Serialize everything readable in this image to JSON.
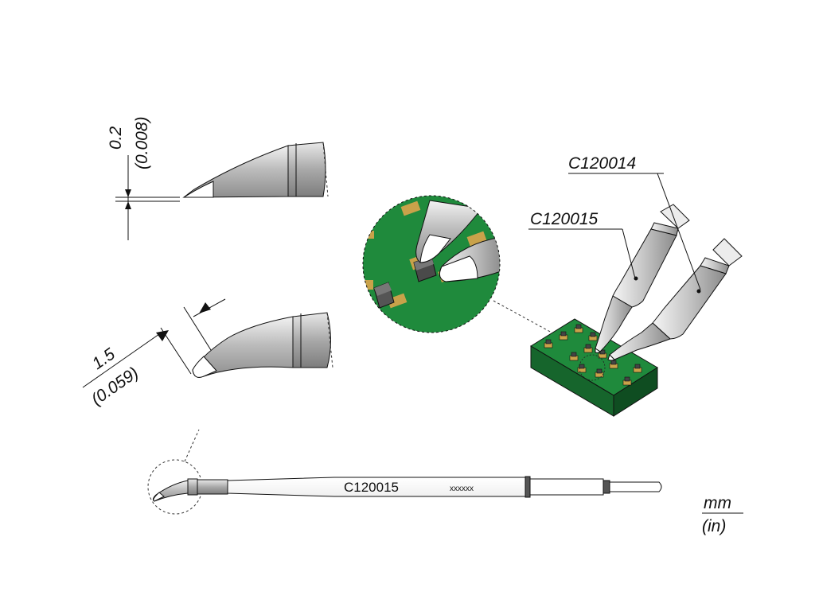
{
  "dimensions": {
    "tip_width": {
      "mm": "0.2",
      "in": "(0.008)"
    },
    "bent_length": {
      "mm": "1.5",
      "in": "(0.059)"
    }
  },
  "parts": {
    "top_callout": "C120014",
    "lower_callout": "C120015"
  },
  "shaft": {
    "model_label": "C120015",
    "serial_label": "xxxxxx"
  },
  "units": {
    "primary": "mm",
    "secondary": "(in)"
  },
  "colors": {
    "pcb_green": "#1f8a3c",
    "pcb_dark_green": "#16652c",
    "pad_gold": "#c9a24a",
    "tip_metal": "#c8c8c8",
    "sleeve_metal": "#b5b5b5",
    "plating_white": "#ffffff",
    "outline": "#111111"
  }
}
